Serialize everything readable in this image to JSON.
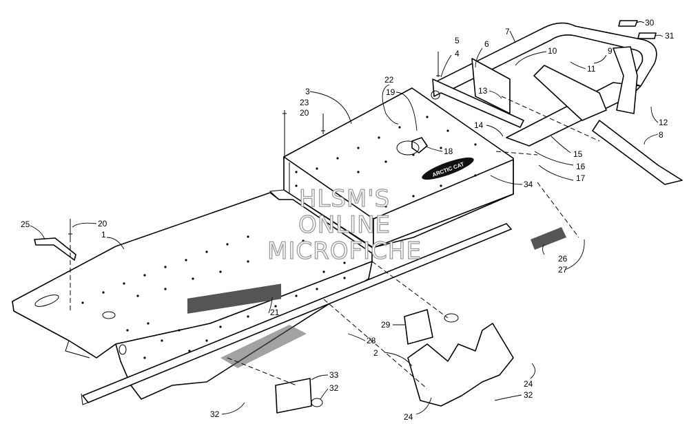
{
  "callouts": {
    "c1": "1",
    "c2": "2",
    "c3": "3",
    "c4": "4",
    "c5": "5",
    "c6": "6",
    "c7": "7",
    "c8": "8",
    "c9": "9",
    "c10": "10",
    "c11": "11",
    "c12": "12",
    "c13": "13",
    "c14": "14",
    "c15": "15",
    "c16": "16",
    "c17": "17",
    "c18": "18",
    "c19": "19",
    "c20a": "20",
    "c20b": "20",
    "c21": "21",
    "c22": "22",
    "c23": "23",
    "c24a": "24",
    "c24b": "24",
    "c25": "25",
    "c26": "26",
    "c27": "27",
    "c28": "28",
    "c29": "29",
    "c30": "30",
    "c31": "31",
    "c32a": "32",
    "c32b": "32",
    "c32c": "32",
    "c33": "33",
    "c34": "34"
  },
  "decal_text": "ARCTIC CAT",
  "watermark": {
    "line1": "HLSM'S",
    "line2": "ONLINE",
    "line3": "MICROFICHE"
  }
}
